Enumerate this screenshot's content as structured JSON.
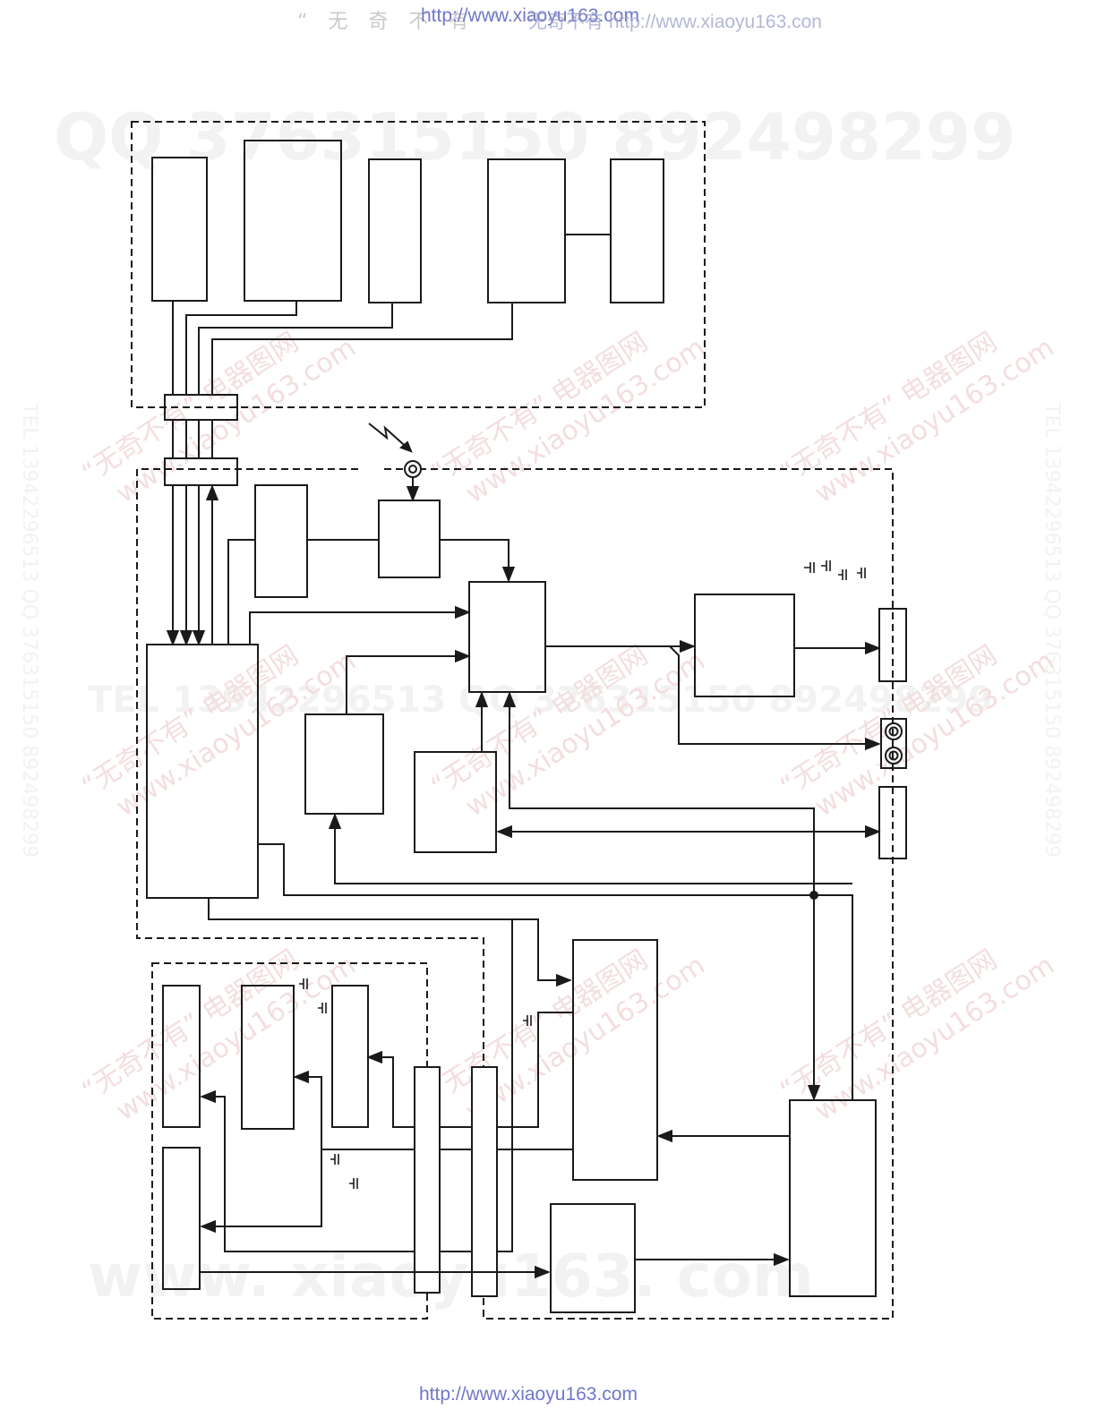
{
  "header": {
    "quote_text": "“ 无 奇 不 有 ”",
    "url_text": "http://www.xiaoyu163.com",
    "overlap_text": "无奇不有  http://www.xiaoyu163.con"
  },
  "footer": {
    "url_text": "http://www.xiaoyu163.com"
  },
  "watermarks": {
    "qq": "QQ 376315150   892498299",
    "tel": "TEL 13942296513   QQ 376315150  892498299",
    "site": "www. xiaoyu163. com",
    "stamp_cn": "“无奇不有” 电器图网",
    "stamp_url": "www.xiaoyu163.com",
    "side_left": "TEL 13942296513   QQ 376315150  892498299",
    "side_right": "TEL 13942296513   QQ 376315150  892498299"
  },
  "colors": {
    "line": "#1a1a1a",
    "watermark": "#f1e3e3",
    "watermark_gray": "#f2f2f2",
    "url_blue": "#6f78c9"
  }
}
